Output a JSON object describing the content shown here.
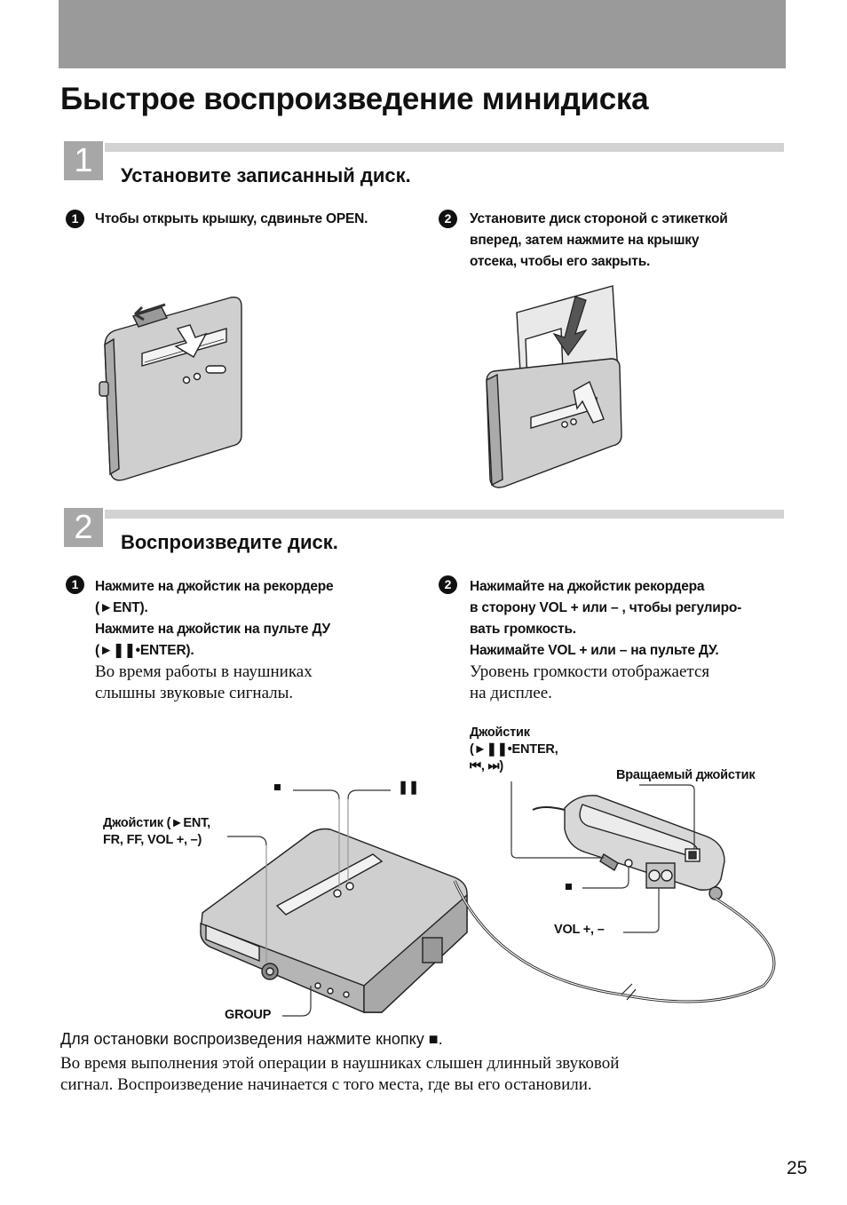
{
  "page_title": "Быстрое воспроизведение минидиска",
  "page_number": "25",
  "step1": {
    "number": "1",
    "heading": "Установите записанный диск.",
    "sub1": {
      "num": "1",
      "text": "Чтобы открыть крышку, сдвиньте OPEN."
    },
    "sub2": {
      "num": "2",
      "lines": [
        "Установите диск стороной с этикеткой",
        "вперед, затем нажмите на крышку",
        "отсека, чтобы его закрыть."
      ]
    }
  },
  "step2": {
    "number": "2",
    "heading": "Воспроизведите диск.",
    "sub1": {
      "num": "1",
      "bold_lines": [
        "Нажмите на джойстик на рекордере",
        "(►ENT).",
        "Нажмите на джойстик на пульте ДУ",
        "(►❚❚•ENTER)."
      ],
      "plain_lines": [
        "Во время работы в наушниках",
        "слышны звуковые сигналы."
      ]
    },
    "sub2": {
      "num": "2",
      "bold_lines": [
        "Нажимайте на джойстик рекордера",
        "в сторону VOL + или – , чтобы регулиро-",
        "вать громкость.",
        "Нажимайте VOL + или – на пульте ДУ."
      ],
      "plain_lines": [
        "Уровень громкости отображается",
        "на дисплее."
      ]
    }
  },
  "diagram_labels": {
    "stop": "■",
    "pause": "❚❚",
    "joystick_recorder": [
      "Джойстик (►ENT,",
      "FR, FF, VOL +, –)"
    ],
    "group": "GROUP",
    "joystick_remote": [
      "Джойстик",
      "(►❚❚•ENTER,",
      "⏮, ⏭)"
    ],
    "rotary_joystick": "Вращаемый джойстик",
    "remote_stop": "■",
    "vol": "VOL +, –"
  },
  "footer": {
    "instruction": "Для остановки воспроизведения нажмите кнопку ■.",
    "lines": [
      "Во время выполнения этой операции в наушниках слышен длинный звуковой",
      "сигнал. Воспроизведение начинается с того места, где вы его остановили."
    ]
  }
}
